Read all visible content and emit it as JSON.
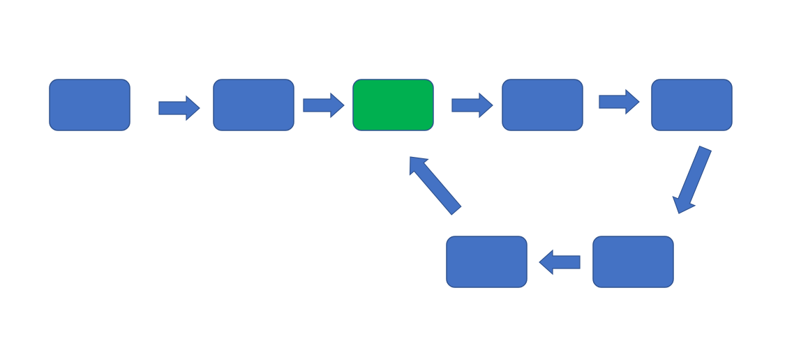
{
  "diagram": {
    "colors": {
      "box_fill": "#4472C4",
      "box_stroke": "#2F528F",
      "highlight_fill": "#00B050",
      "highlight_stroke": "#2F528F",
      "arrow_fill": "#4472C4",
      "arrow_stroke": "#2F528F",
      "background": "#FFFFFF"
    },
    "nodes": [
      {
        "id": "node-1",
        "label": "",
        "highlighted": false
      },
      {
        "id": "node-2",
        "label": "",
        "highlighted": false
      },
      {
        "id": "node-3",
        "label": "",
        "highlighted": true
      },
      {
        "id": "node-4",
        "label": "",
        "highlighted": false
      },
      {
        "id": "node-5",
        "label": "",
        "highlighted": false
      },
      {
        "id": "node-6",
        "label": "",
        "highlighted": false
      },
      {
        "id": "node-7",
        "label": "",
        "highlighted": false
      }
    ],
    "edges": [
      {
        "from": "node-1",
        "to": "node-2"
      },
      {
        "from": "node-2",
        "to": "node-3"
      },
      {
        "from": "node-3",
        "to": "node-4"
      },
      {
        "from": "node-4",
        "to": "node-5"
      },
      {
        "from": "node-5",
        "to": "node-6"
      },
      {
        "from": "node-6",
        "to": "node-7"
      },
      {
        "from": "node-7",
        "to": "node-3"
      }
    ]
  }
}
